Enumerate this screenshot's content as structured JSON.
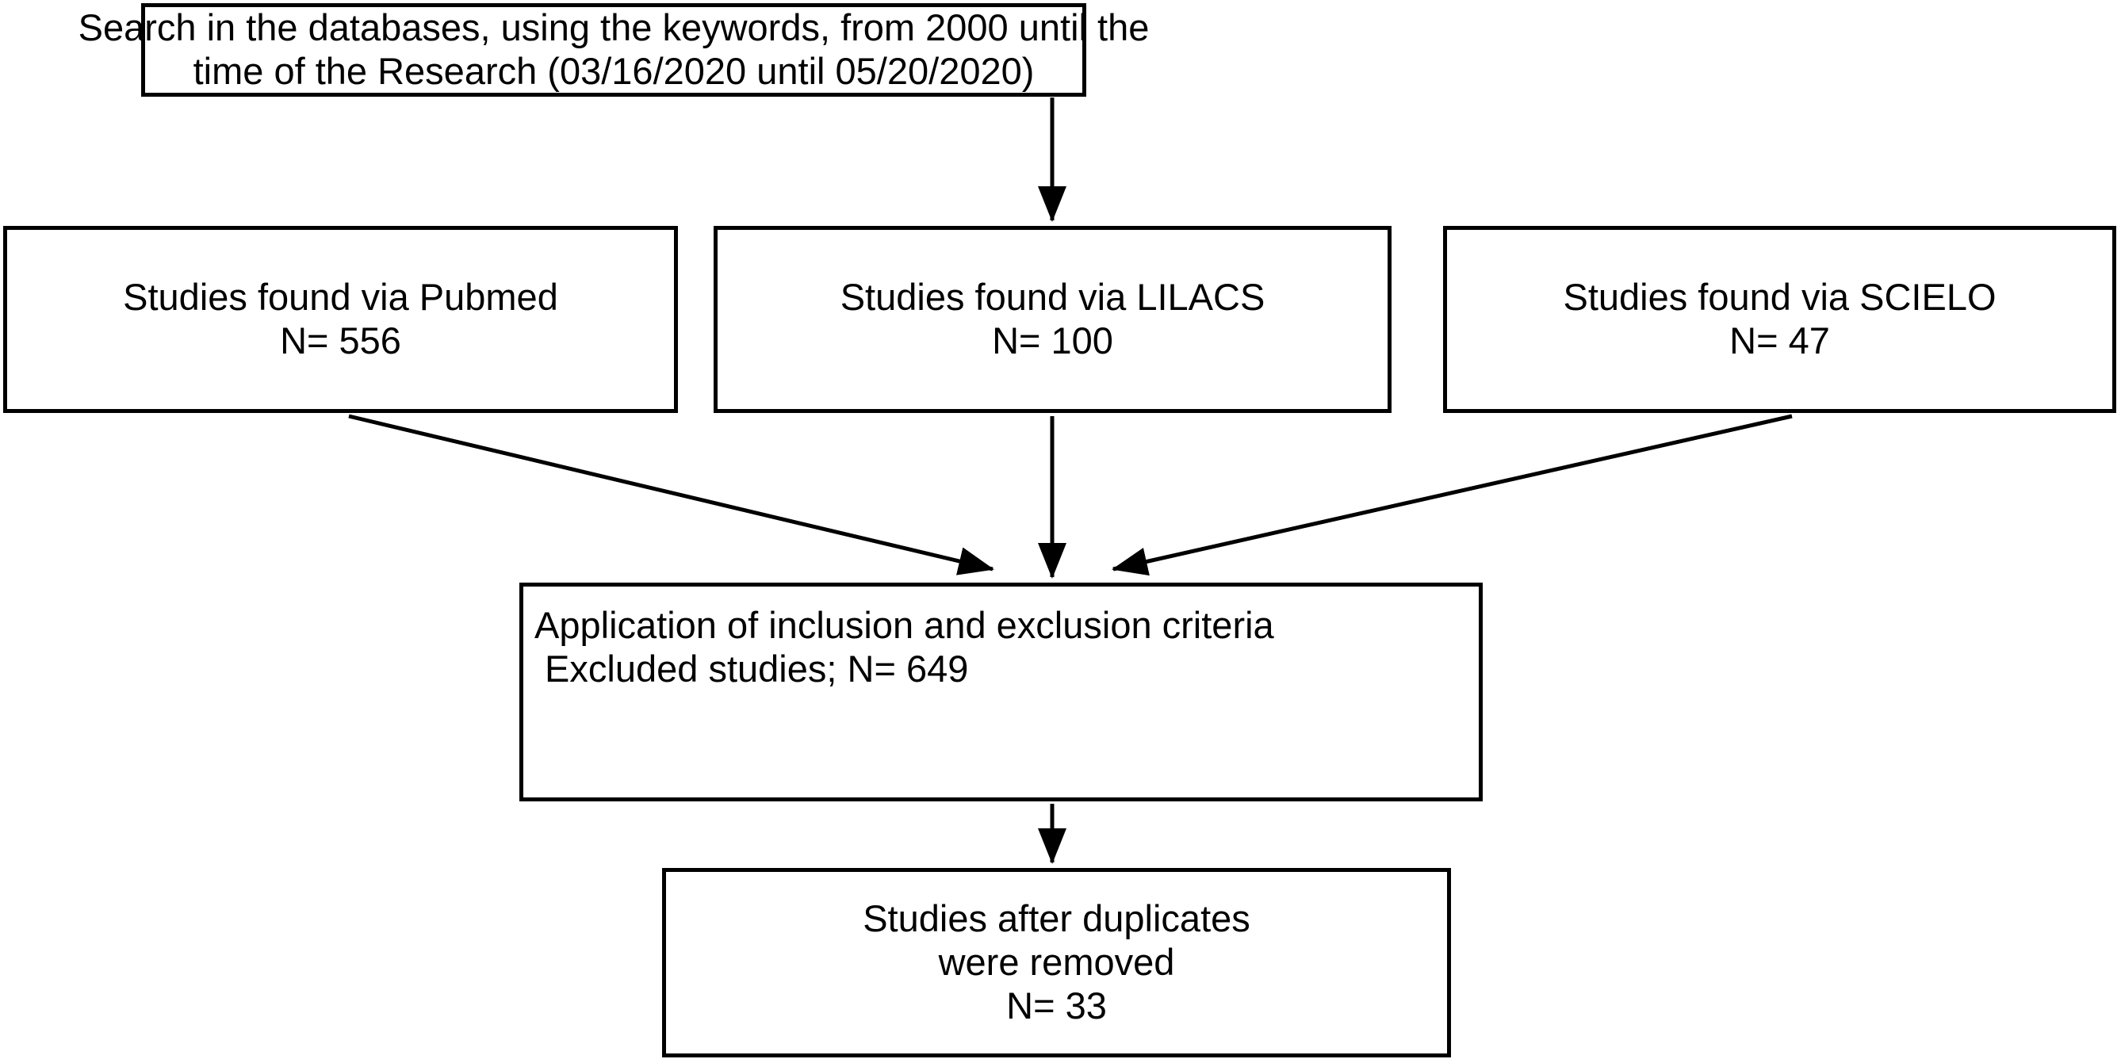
{
  "diagram": {
    "title": "Study selection flowchart",
    "type": "flowchart",
    "ink_color": "#000000",
    "background_color": "#ffffff",
    "nodes": {
      "search": {
        "id": "search-box",
        "align": "center",
        "lines": [
          "Search in the databases, using the keywords, from 2000 until the",
          "time of the Research (03/16/2020 until 05/20/2020)"
        ]
      },
      "pubmed": {
        "id": "pubmed-box",
        "align": "center",
        "lines": [
          "Studies found via Pubmed",
          "N= 556"
        ],
        "source": "Pubmed",
        "count": 556
      },
      "lilacs": {
        "id": "lilacs-box",
        "align": "center",
        "lines": [
          "Studies found via LILACS",
          "N= 100"
        ],
        "source": "LILACS",
        "count": 100
      },
      "scielo": {
        "id": "scielo-box",
        "align": "center",
        "lines": [
          "Studies found via SCIELO",
          "N= 47"
        ],
        "source": "SCIELO",
        "count": 47
      },
      "criteria": {
        "id": "criteria-box",
        "align": "left",
        "lines": [
          "Application of inclusion and exclusion criteria",
          " Excluded studies; N= 649"
        ],
        "excluded_count": 649
      },
      "results": {
        "id": "results-box",
        "align": "center",
        "lines": [
          "Studies after duplicates",
          "were removed",
          "N= 33"
        ],
        "included_count": 33
      }
    },
    "edges": [
      {
        "from": "search",
        "to": "lilacs",
        "style": "vertical-arrow"
      },
      {
        "from": "pubmed",
        "to": "criteria",
        "style": "diagonal-arrow"
      },
      {
        "from": "lilacs",
        "to": "criteria",
        "style": "vertical-arrow"
      },
      {
        "from": "scielo",
        "to": "criteria",
        "style": "diagonal-arrow"
      },
      {
        "from": "criteria",
        "to": "results",
        "style": "vertical-arrow"
      }
    ]
  }
}
